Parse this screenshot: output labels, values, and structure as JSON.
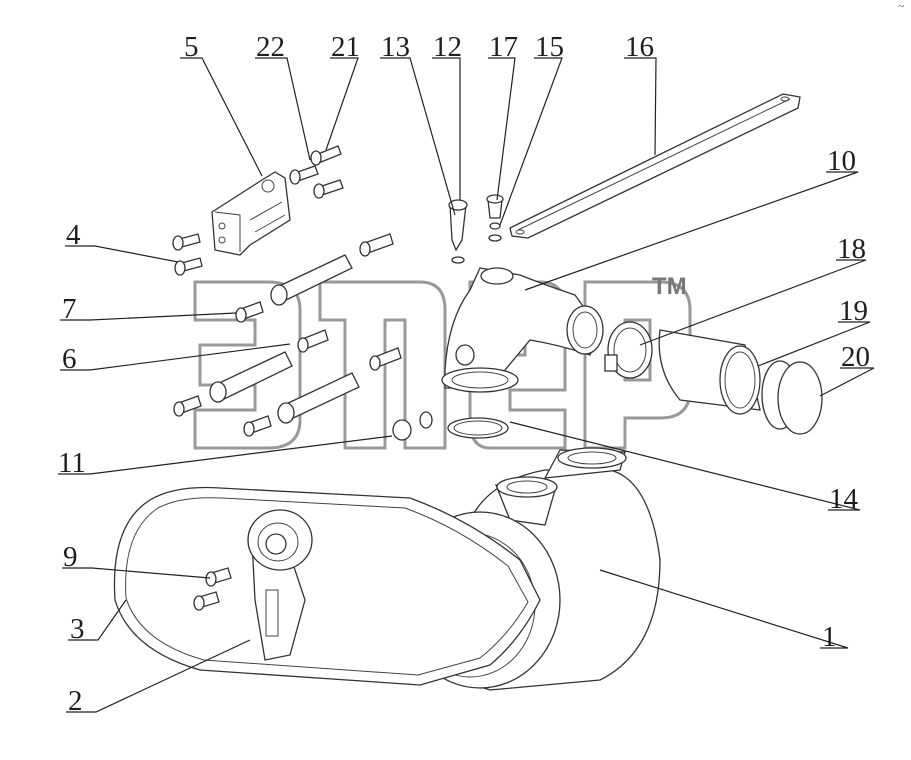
{
  "labels": {
    "n1": "1",
    "n2": "2",
    "n3": "3",
    "n4": "4",
    "n5": "5",
    "n6": "6",
    "n7": "7",
    "n9": "9",
    "n10": "10",
    "n11": "11",
    "n12": "12",
    "n13": "13",
    "n14": "14",
    "n15": "15",
    "n16": "16",
    "n17": "17",
    "n18": "18",
    "n19": "19",
    "n20": "20",
    "n21": "21",
    "n22": "22"
  },
  "watermark": {
    "tm": "TM",
    "color": "#8e8e8e"
  },
  "corner_mark": "~"
}
